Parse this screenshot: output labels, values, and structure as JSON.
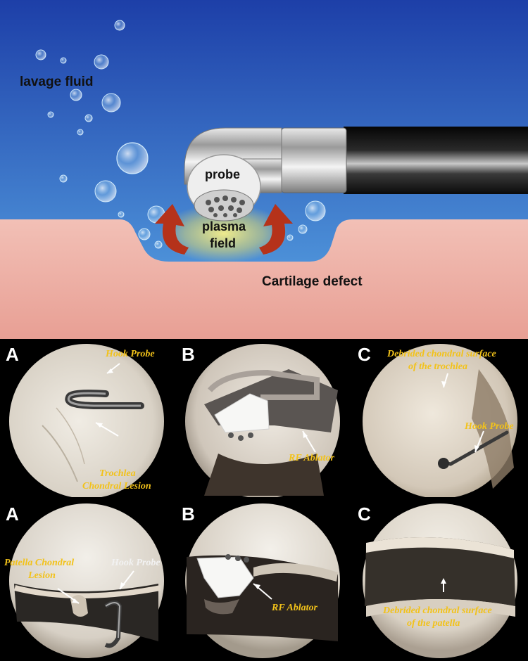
{
  "diagram": {
    "labels": {
      "lavage_fluid": "lavage fluid",
      "probe": "probe",
      "plasma_field_line1": "plasma",
      "plasma_field_line2": "field",
      "cartilage_defect": "Cartilage defect"
    },
    "colors": {
      "fluid_top": "#1d3fa8",
      "fluid_bottom": "#5aa8e6",
      "cartilage": "#eeaea2",
      "arrow": "#b5321a",
      "plasma_glow": "#f4ec6a"
    }
  },
  "panels_row1": [
    {
      "letter": "A",
      "annotations": [
        "Hook Probe",
        "Trochlea",
        "Chondral Lesion"
      ]
    },
    {
      "letter": "B",
      "annotations": [
        "RF Ablator"
      ]
    },
    {
      "letter": "C",
      "annotations": [
        "Debrided chondral surface",
        "of the trochlea",
        "Hook Probe"
      ]
    }
  ],
  "panels_row2": [
    {
      "letter": "A",
      "annotations": [
        "Patella Chondral",
        "Lesion",
        "Hook Probe"
      ]
    },
    {
      "letter": "B",
      "annotations": [
        "RF Ablator"
      ]
    },
    {
      "letter": "C",
      "annotations": [
        "Debrided chondral surface",
        "of the patella"
      ]
    }
  ],
  "annotation_color": "#f2c21a"
}
